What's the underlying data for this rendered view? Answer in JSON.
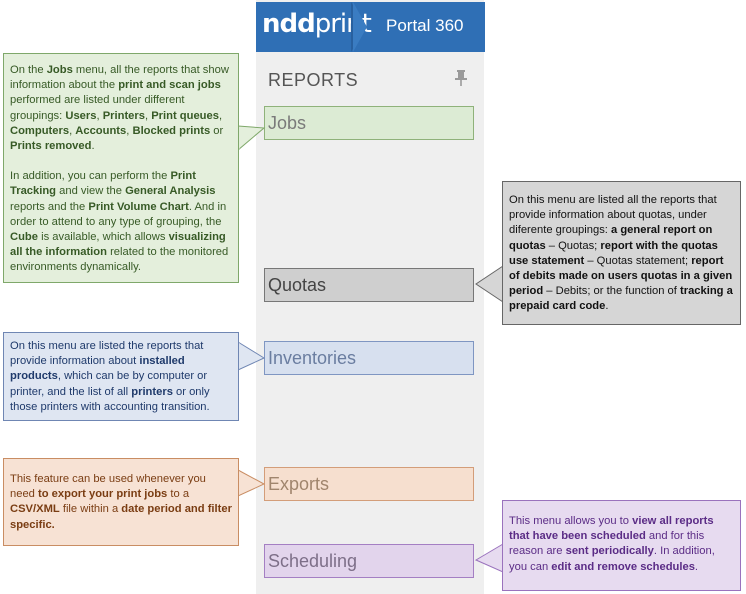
{
  "header": {
    "logo_brand": "ndd",
    "logo_product": "print",
    "portal_label": "Portal 360"
  },
  "sidebar": {
    "title": "REPORTS",
    "pin_icon": "pin-icon",
    "items": [
      {
        "label": "Jobs"
      },
      {
        "label": "Quotas"
      },
      {
        "label": "Inventories"
      },
      {
        "label": "Exports"
      },
      {
        "label": "Scheduling"
      }
    ]
  },
  "callouts": {
    "jobs": {
      "p1": [
        {
          "t": "On the ",
          "b": false
        },
        {
          "t": "Jobs",
          "b": true
        },
        {
          "t": " menu, all the reports that show information about the ",
          "b": false
        },
        {
          "t": "print and scan jobs",
          "b": true
        },
        {
          "t": " performed are listed under different groupings: ",
          "b": false
        },
        {
          "t": "Users",
          "b": true
        },
        {
          "t": ", ",
          "b": false
        },
        {
          "t": "Printers",
          "b": true
        },
        {
          "t": ", ",
          "b": false
        },
        {
          "t": "Print queues",
          "b": true
        },
        {
          "t": ", ",
          "b": false
        },
        {
          "t": "Computers",
          "b": true
        },
        {
          "t": ", ",
          "b": false
        },
        {
          "t": "Accounts",
          "b": true
        },
        {
          "t": ", ",
          "b": false
        },
        {
          "t": "Blocked prints",
          "b": true
        },
        {
          "t": " or ",
          "b": false
        },
        {
          "t": "Prints removed",
          "b": true
        },
        {
          "t": ".",
          "b": false
        }
      ],
      "p2": [
        {
          "t": "In addition, you can perform the ",
          "b": false
        },
        {
          "t": "Print Tracking",
          "b": true
        },
        {
          "t": " and view the ",
          "b": false
        },
        {
          "t": "General Analysis",
          "b": true
        },
        {
          "t": " reports and the ",
          "b": false
        },
        {
          "t": "Print Volume Chart",
          "b": true
        },
        {
          "t": ". And in order to attend to any type of grouping, the ",
          "b": false
        },
        {
          "t": "Cube",
          "b": true
        },
        {
          "t": " is available, which allows ",
          "b": false
        },
        {
          "t": "visualizing all the information",
          "b": true
        },
        {
          "t": " related to the monitored environments dynamically.",
          "b": false
        }
      ]
    },
    "quotas": {
      "p1": [
        {
          "t": "On this menu are listed all the reports that provide information about quotas, under diferente groupings: ",
          "b": false
        },
        {
          "t": "a general report on quotas",
          "b": true
        },
        {
          "t": " – Quotas; ",
          "b": false
        },
        {
          "t": "report with the quotas use statement",
          "b": true
        },
        {
          "t": " – Quotas statement; ",
          "b": false
        },
        {
          "t": "report of debits made on users quotas in a given period",
          "b": true
        },
        {
          "t": " – Debits; or the function of ",
          "b": false
        },
        {
          "t": "tracking a prepaid card code",
          "b": true
        },
        {
          "t": ".",
          "b": false
        }
      ]
    },
    "inventories": {
      "p1": [
        {
          "t": "On this menu are listed the reports that provide information about ",
          "b": false
        },
        {
          "t": "installed products",
          "b": true
        },
        {
          "t": ", which can be by computer or printer, and the list of all ",
          "b": false
        },
        {
          "t": "printers",
          "b": true
        },
        {
          "t": " or only those printers with accounting transition.",
          "b": false
        }
      ]
    },
    "exports": {
      "p1": [
        {
          "t": "This feature can be used whenever you need ",
          "b": false
        },
        {
          "t": "to export your print jobs",
          "b": true
        },
        {
          "t": " to a ",
          "b": false
        },
        {
          "t": "CSV/XML",
          "b": true
        },
        {
          "t": " file within a ",
          "b": false
        },
        {
          "t": "date period and filter specific.",
          "b": true
        }
      ]
    },
    "scheduling": {
      "p1": [
        {
          "t": "This menu allows you to ",
          "b": false
        },
        {
          "t": "view all reports that have been scheduled",
          "b": true
        },
        {
          "t": " and for this reason are ",
          "b": false
        },
        {
          "t": "sent periodically",
          "b": true
        },
        {
          "t": ". In addition, you can ",
          "b": false
        },
        {
          "t": "edit and remove schedules",
          "b": true
        },
        {
          "t": ".",
          "b": false
        }
      ]
    }
  },
  "colors": {
    "header_blue": "#2f6fb5",
    "jobs_green": "#dcebd4",
    "quotas_gray": "#cfcfcf",
    "inventories_blue": "#d7e0ef",
    "exports_orange": "#f6dfcf",
    "scheduling_purple": "#e2d4ec"
  }
}
